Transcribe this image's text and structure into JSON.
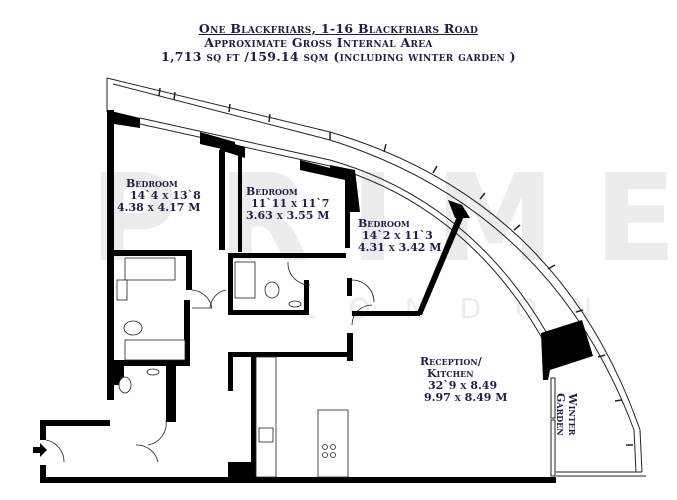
{
  "header": {
    "title": "One Blackfriars, 1-16 Blackfriars Road",
    "subtitle": "Approximate Gross Internal Area",
    "area": "1,713 sq ft /159.14 sqm (including winter garden )"
  },
  "watermark": {
    "brand": "PRIME",
    "sub": "LONDON"
  },
  "rooms": [
    {
      "name": "Bedroom",
      "imperial": "14`4 x 13`8",
      "metric": "4.38 x 4.17 M"
    },
    {
      "name": "Bedroom",
      "imperial": "11`11 x 11`7",
      "metric": "3.63 x 3.55 M"
    },
    {
      "name": "Bedroom",
      "imperial": "14`2 x 11`3",
      "metric": "4.31 x 3.42 M"
    },
    {
      "name": "Reception/",
      "name2": "Kitchen",
      "imperial": "32`9 x 8.49",
      "metric": "9.97 x 8.49 M"
    }
  ],
  "winter_garden": {
    "line1": "Winter",
    "line2": "Garden"
  },
  "colors": {
    "wall": "#000000",
    "text": "#1e1e4a",
    "watermark": "#ececec"
  }
}
